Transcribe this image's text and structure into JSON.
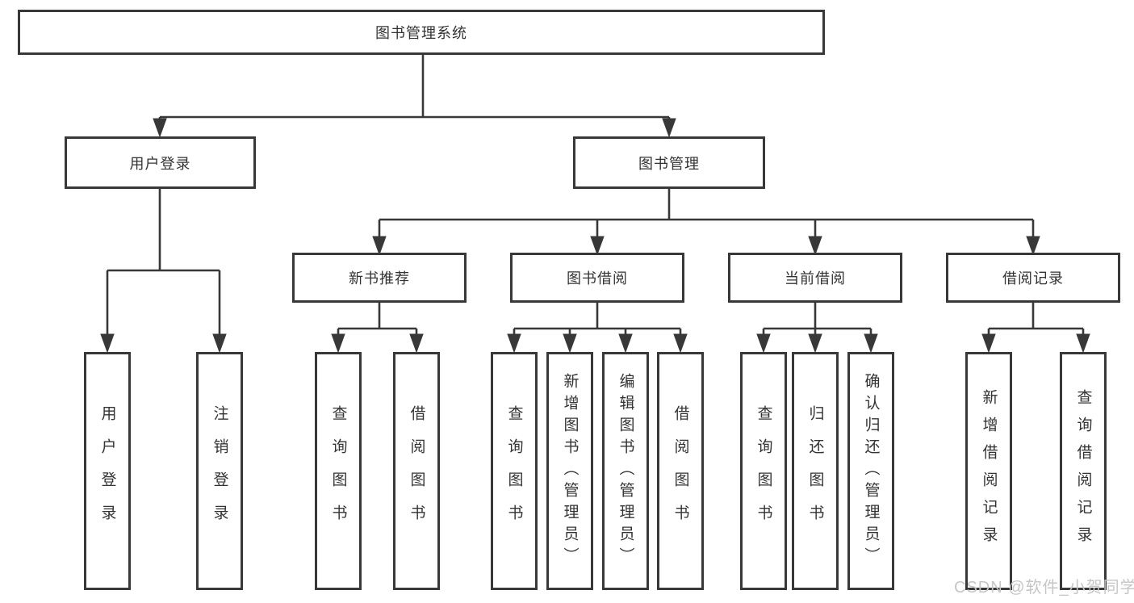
{
  "nodes": {
    "root": "图书管理系统",
    "level2": {
      "user": "用户登录",
      "book": "图书管理"
    },
    "level3": {
      "newbook": "新书推荐",
      "borrow": "图书借阅",
      "current": "当前借阅",
      "records": "借阅记录"
    },
    "leaves": {
      "user": [
        "用户登录",
        "注销登录"
      ],
      "newbook": [
        "查询图书",
        "借阅图书"
      ],
      "borrow": [
        "查询图书",
        "新增图书（管理员）",
        "编辑图书（管理员）",
        "借阅图书"
      ],
      "current": [
        "查询图书",
        "归还图书",
        "确认归还（管理员）"
      ],
      "records": [
        "新增借阅记录",
        "查询借阅记录"
      ]
    }
  },
  "watermark": "CSDN @软件_小贺同学",
  "colors": {
    "line": "#383838",
    "text": "#333333",
    "background": "#ffffff",
    "watermark": "#c6c6c6"
  }
}
